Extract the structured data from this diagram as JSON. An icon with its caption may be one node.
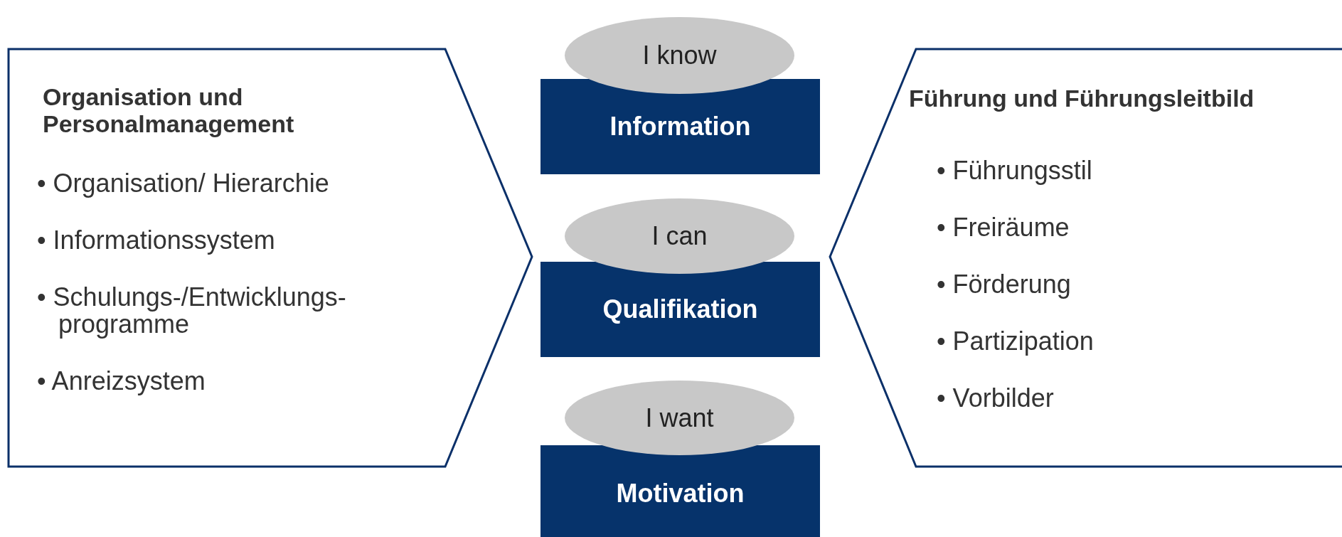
{
  "diagram": {
    "nodes": [
      {
        "text": [
          "Organisation und Personalmanagement",
          "• Organisation/ Hierarchie",
          "• Informationssystem",
          "• Schulungs-/Entwicklungs- programme",
          "• Anreizsystem"
        ]
      },
      {
        "text": [
          "I know"
        ]
      },
      {
        "text": [
          "Information"
        ]
      },
      {
        "text": [
          "I can"
        ]
      },
      {
        "text": [
          "Qualifikation"
        ]
      },
      {
        "text": [
          "I want"
        ]
      },
      {
        "text": [
          "Motivation"
        ]
      },
      {
        "text": [
          "Führung und Führungsleitbild",
          "• Führungsstil",
          "• Freiräume",
          "• Förderung",
          "• Partizipation",
          "• Vorbilder"
        ]
      }
    ],
    "edges": []
  }
}
